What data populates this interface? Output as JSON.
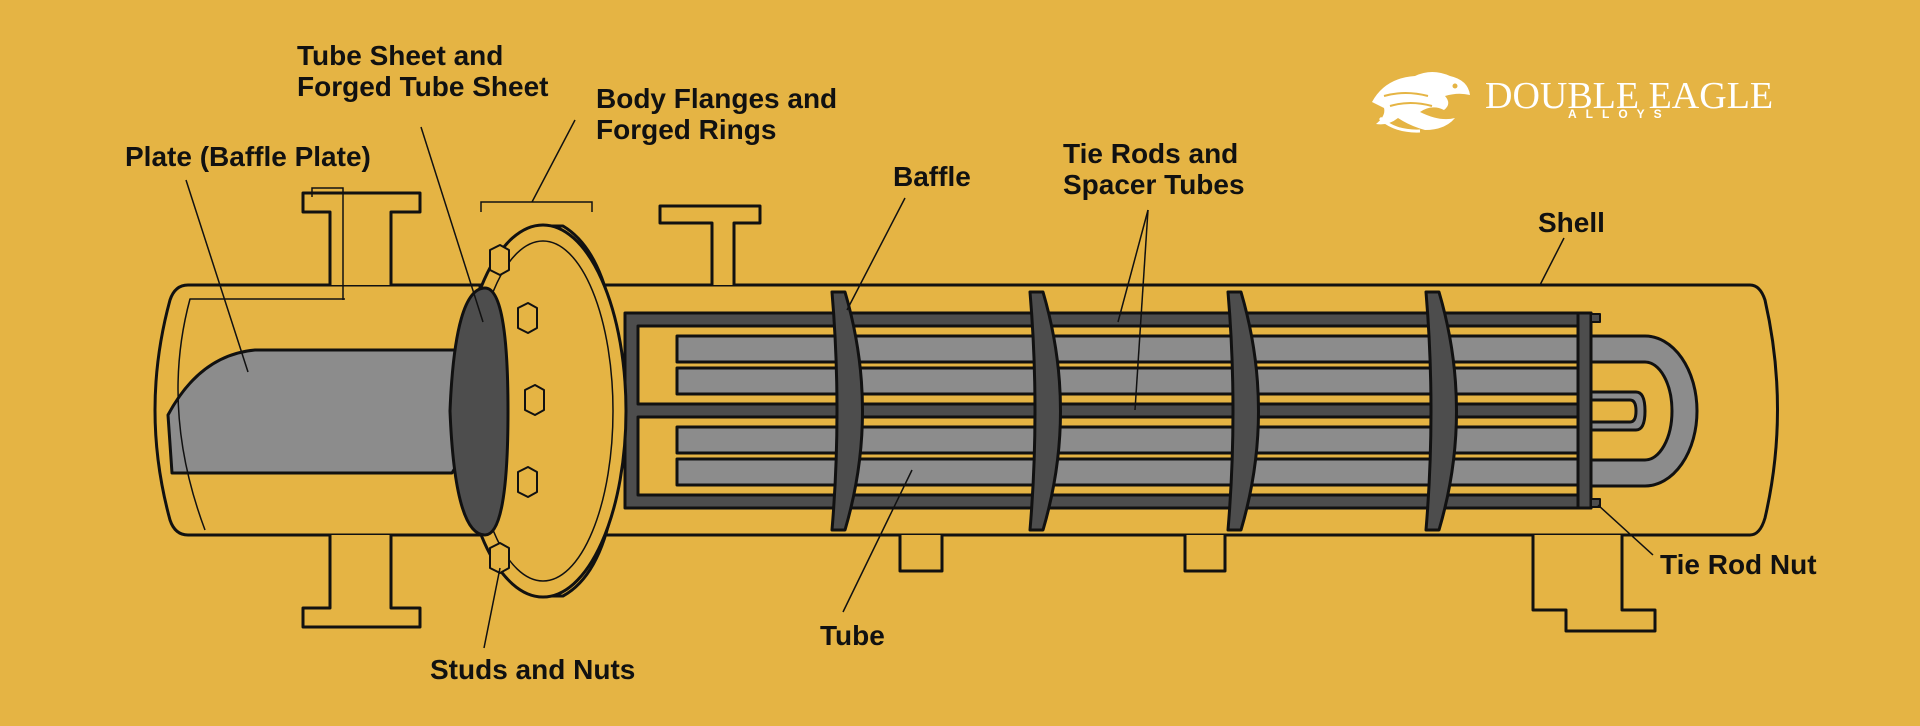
{
  "labels": {
    "tube_sheet": "Tube Sheet and\nForged Tube Sheet",
    "body_flanges": "Body Flanges and\nForged Rings",
    "baffle_plate": "Plate (Baffle Plate)",
    "baffle": "Baffle",
    "tie_rods": "Tie Rods and\nSpacer Tubes",
    "shell": "Shell",
    "tie_rod_nut": "Tie Rod Nut",
    "tube": "Tube",
    "studs_nuts": "Studs and Nuts"
  },
  "brand": {
    "name": "DOUBLE EAGLE",
    "tagline": "ALLOYS",
    "logo_icon": "eagle-icon"
  },
  "colors": {
    "background": "#E5B444",
    "outline": "#111111",
    "dark_part": "#4D4D4D",
    "tube": "#8C8C8C",
    "logo": "#FFFFFF"
  }
}
